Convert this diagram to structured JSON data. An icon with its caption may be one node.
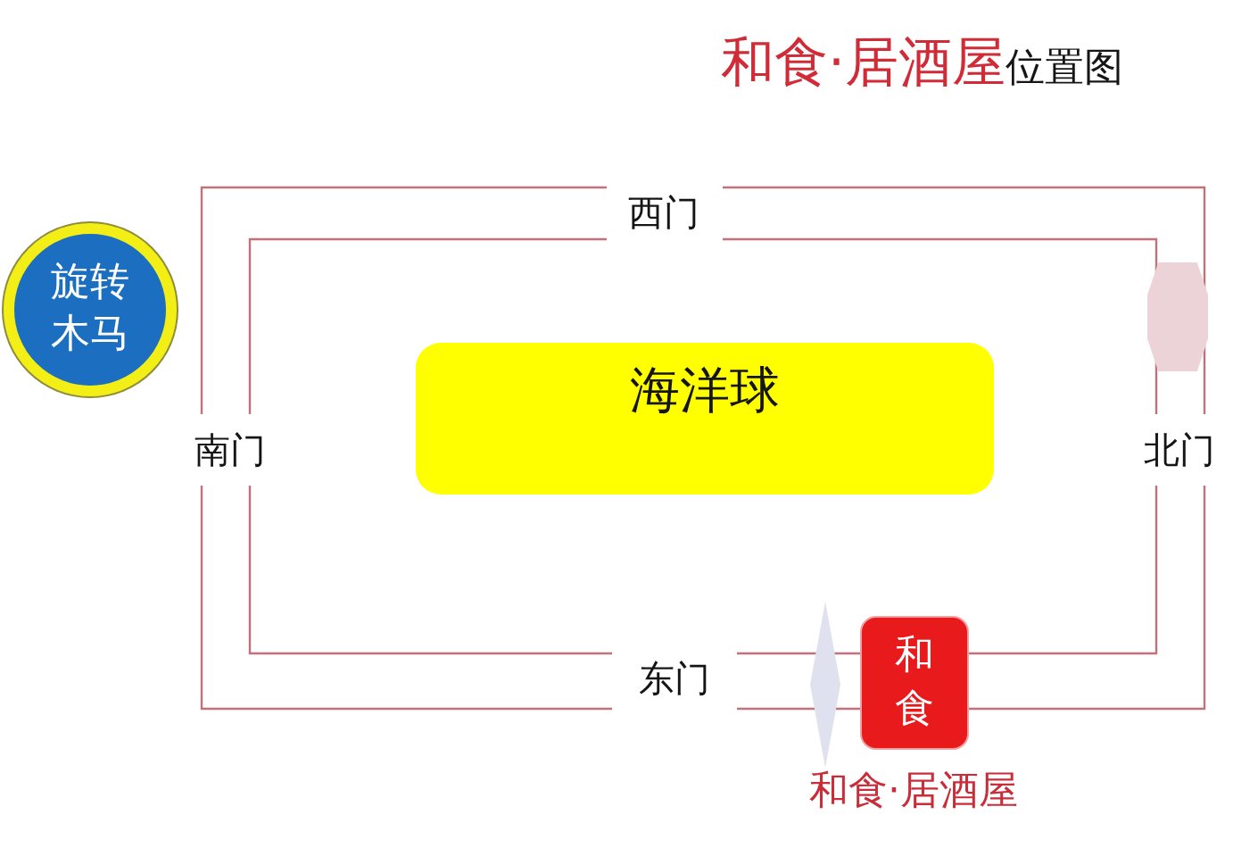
{
  "diagram": {
    "title": "**和食·居酒屋**位置图",
    "nodes": [
      {
        "text": [
          "旋转木马"
        ]
      },
      {
        "text": [],
        "shape": "hexagon"
      },
      {
        "text": [
          "海洋球"
        ]
      },
      {
        "text": [],
        "shape": "diamond"
      },
      {
        "text": [
          "和食"
        ],
        "beside": [
          "和食·居酒屋"
        ]
      }
    ],
    "labels": [
      "西门",
      "南门",
      "北门",
      "东门"
    ]
  }
}
